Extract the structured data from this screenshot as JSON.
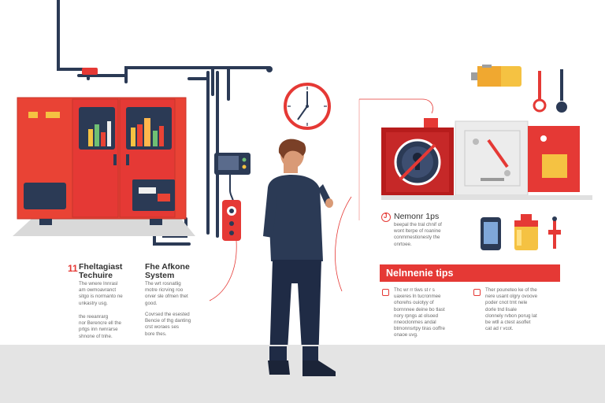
{
  "colors": {
    "accent": "#e53935",
    "machine_red": "#e94335",
    "navy": "#2b3a55",
    "floor": "#e4e4e4"
  },
  "icons": [
    "clock-icon",
    "battery-icon",
    "wrench-icon",
    "phone-icon",
    "oil-can-icon",
    "valve-icon",
    "control-panel-icon",
    "switch-box-icon",
    "shield-icon",
    "gear-icon"
  ],
  "section_left": {
    "icon_marker": "11",
    "heading": "Fheltagiast\nTechuire",
    "paragraph_1": "The wnere Innrasl\nam owmoavranct\nsitgo is normanto ne\nunkastry usg.",
    "paragraph_2": "the reeanrarg\nnor Berencre ell the\nprtgs inn rwnrarse\nshnone of tnhe."
  },
  "section_middle": {
    "heading": "Fhe Afkone\nSystem",
    "paragraph_1": "The wrt rosnatlig\nmotre ricrving roo\norver sle ofmen thet\ngood.",
    "paragraph_2": "Covrsed the esested\nBencie of thg danting\ncrst woraes ses\nbore thes."
  },
  "section_right": {
    "marker": "J",
    "heading": "Nemonr 1ps",
    "paragraph": "beepal the tral chnif of\nwont lterpe of roanine\nconmmestionesty the\nonrtoee."
  },
  "banner": {
    "label": "Nelnnenie tips"
  },
  "tips": [
    {
      "text": "Thc wr rr tiws st r s\nuaxeres ln tucronmee\nohorehs ouiotyy of\nbornnnee deine bo tlast\nnory rpngs at olsoed\nnneoclonmes andal\nbtmonnsrtpy tiras ooffre\nonaoe uvg."
    },
    {
      "text": "Ther pouneteo ke of the\nnere usant olgry ovoove\npoder cnot trnt nele\ndorle tnd lisale\nclonnely rvbon porug lat\nbe wtll a ctest asoflet\ncat ad r vcot."
    }
  ]
}
